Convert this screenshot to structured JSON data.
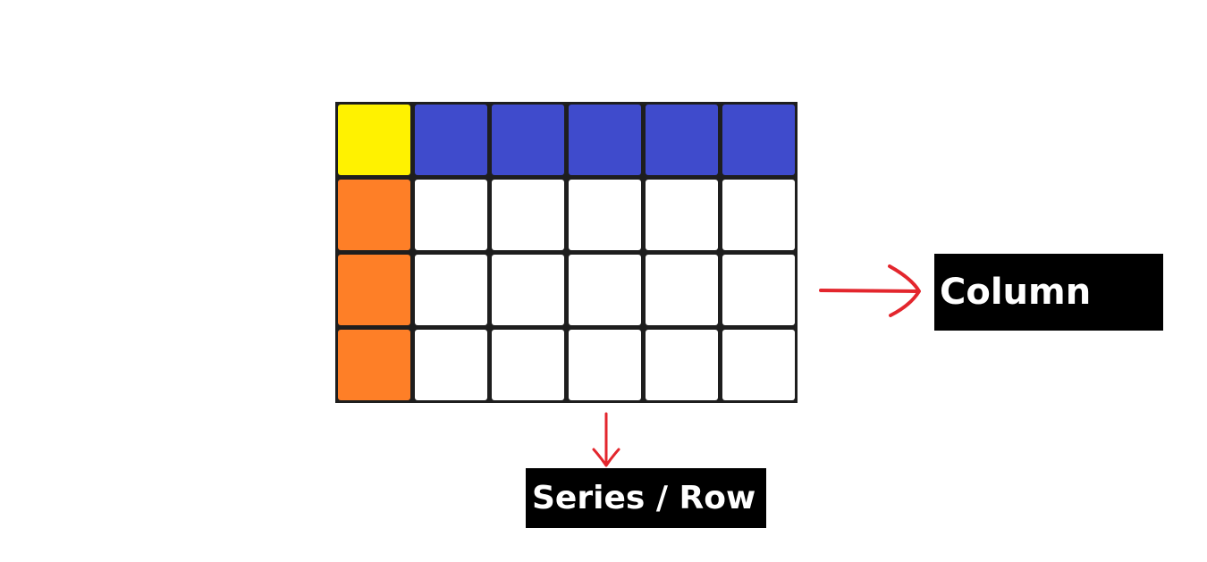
{
  "grid": {
    "rows": 4,
    "columns": 6,
    "colors": {
      "corner": "#fff200",
      "header_row": "#3f4bcc",
      "header_column": "#fe7f27",
      "body": "#ffffff",
      "border": "#1e1e1e"
    }
  },
  "labels": {
    "column": "Column",
    "series_row": "Series / Row"
  },
  "arrow_color": "#e3262d"
}
